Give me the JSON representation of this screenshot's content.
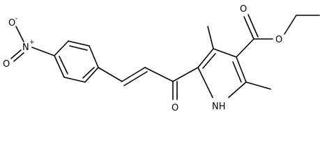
{
  "molecule": {
    "atoms": {
      "o_nitro_top": "O",
      "o_nitro_minus": "-",
      "n_nitro": "N",
      "n_nitro_plus": "+",
      "o_nitro_bottom": "O",
      "o_ketone": "O",
      "nh_pyrrole": "NH",
      "o_ester_carbonyl": "O",
      "o_ester_ether": "O"
    }
  }
}
